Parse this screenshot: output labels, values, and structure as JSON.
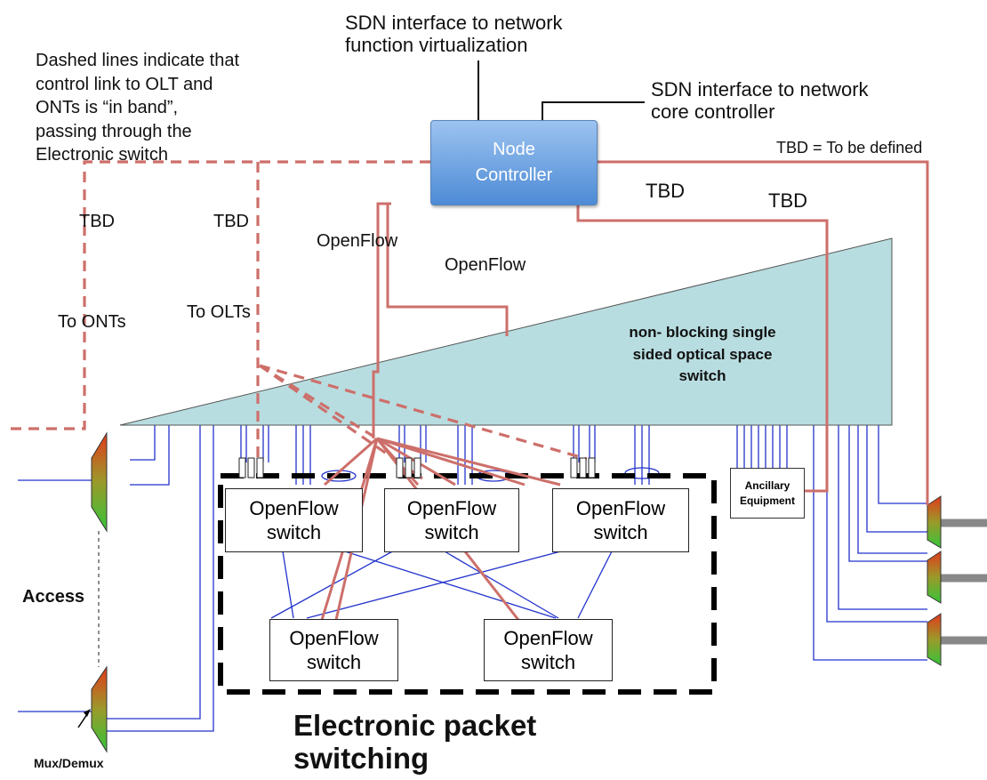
{
  "notes": {
    "dashed_lines_note": [
      "Dashed lines indicate that",
      "control link to OLT and",
      "ONTs is “in band”,",
      "passing through the",
      "Electronic switch"
    ],
    "sdn_nfv": [
      "SDN interface to network",
      "function virtualization"
    ],
    "sdn_core": [
      "SDN interface to network",
      "core controller"
    ],
    "tbd_definition": "TBD = To be defined"
  },
  "node_controller": {
    "line1": "Node",
    "line2": "Controller"
  },
  "labels": {
    "tbd": "TBD",
    "openflow": "OpenFlow",
    "to_onts": "To ONTs",
    "to_olts": "To OLTs",
    "access": "Access",
    "mux_demux": "Mux/Demux"
  },
  "optical_switch": {
    "lines": [
      "non- blocking single",
      "sided optical space",
      "switch"
    ]
  },
  "openflow_switch": {
    "line1": "OpenFlow",
    "line2": "switch"
  },
  "ancillary": {
    "line1": "Ancillary",
    "line2": "Equipment"
  },
  "packet_switching": {
    "line1": "Electronic packet",
    "line2": "switching"
  },
  "colors": {
    "control_link": "#cd6f6a",
    "fiber_link": "#2233cc",
    "optical_switch_fill": "#b8dde0",
    "controller_fill": "#6a9fe0"
  }
}
